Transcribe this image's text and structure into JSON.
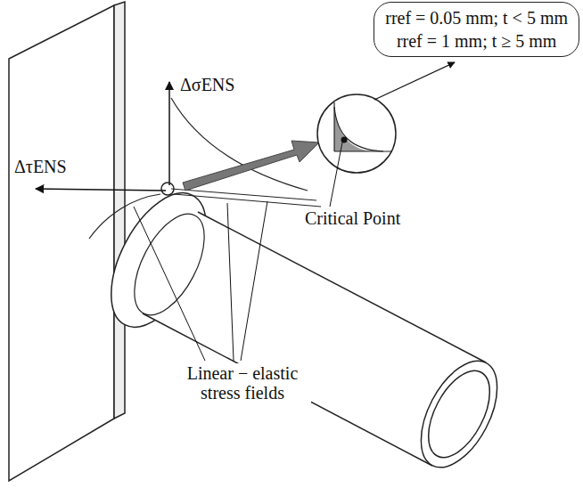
{
  "diagram": {
    "nodes": [
      {
        "text": [
          "rref = 0.05 mm; t < 5 mm",
          "rref = 1 mm; t ≥ 5 mm"
        ]
      }
    ],
    "labels": [
      "ΔσENS",
      "ΔτENS",
      "Critical Point",
      "Linear − elastic stress fields"
    ]
  }
}
